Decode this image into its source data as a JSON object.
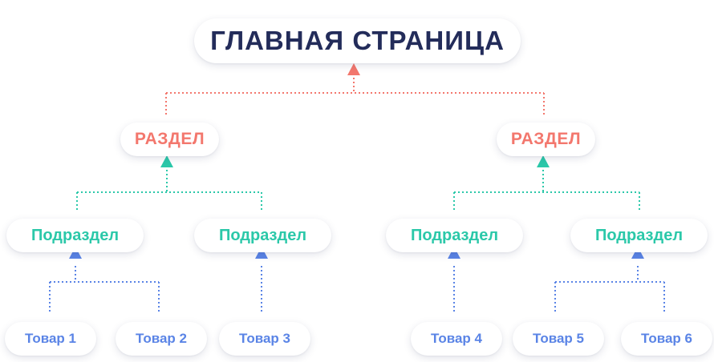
{
  "colors": {
    "root_text": "#232c5a",
    "section": "#f3776d",
    "subsection": "#2bc8a9",
    "product": "#5a84e6"
  },
  "root": {
    "label": "ГЛАВНАЯ СТРАНИЦА"
  },
  "sections": [
    {
      "label": "РАЗДЕЛ"
    },
    {
      "label": "РАЗДЕЛ"
    }
  ],
  "subsections": [
    {
      "label": "Подраздел"
    },
    {
      "label": "Подраздел"
    },
    {
      "label": "Подраздел"
    },
    {
      "label": "Подраздел"
    }
  ],
  "products": [
    {
      "label": "Товар 1"
    },
    {
      "label": "Товар 2"
    },
    {
      "label": "Товар 3"
    },
    {
      "label": "Товар 4"
    },
    {
      "label": "Товар 5"
    },
    {
      "label": "Товар 6"
    }
  ]
}
